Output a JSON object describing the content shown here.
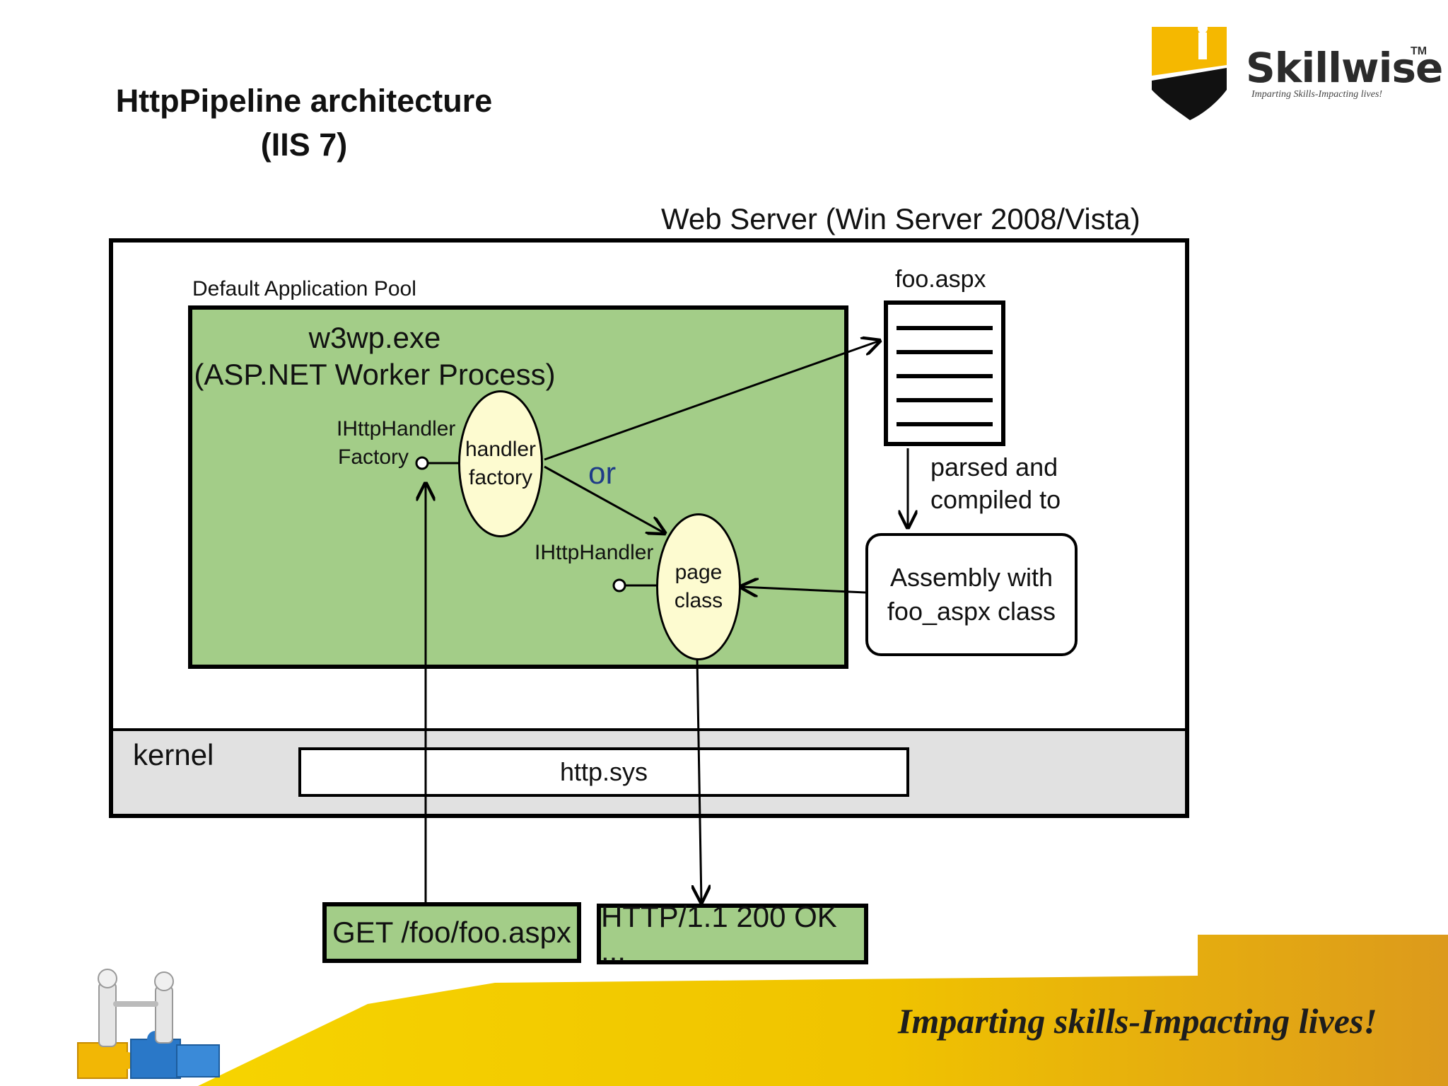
{
  "slide": {
    "title_line1": "HttpPipeline architecture",
    "title_line2": "(IIS 7)"
  },
  "logo": {
    "name": "Skillwise",
    "trademark": "TM",
    "tagline": "Imparting Skills-Impacting lives!",
    "colors": {
      "shield_yellow": "#f5b800",
      "shield_black": "#111111"
    }
  },
  "diagram": {
    "web_server_label": "Web Server (Win Server 2008/Vista)",
    "app_pool_label": "Default Application Pool",
    "process_name": "w3wp.exe",
    "process_desc": "(ASP.NET Worker Process)",
    "handler_factory_interface_line1": "IHttpHandler",
    "handler_factory_interface_line2": "Factory",
    "handler_factory_oval_line1": "handler",
    "handler_factory_oval_line2": "factory",
    "or_label": "or",
    "handler_interface": "IHttpHandler",
    "page_class_line1": "page",
    "page_class_line2": "class",
    "file_name": "foo.aspx",
    "parsed_line1": "parsed and",
    "parsed_line2": "compiled to",
    "assembly_line1": "Assembly with",
    "assembly_line2": "foo_aspx class",
    "kernel_label": "kernel",
    "http_sys": "http.sys",
    "request": "GET /foo/foo.aspx",
    "response": "HTTP/1.1 200 OK ...",
    "colors": {
      "process_green": "#a3cd88",
      "oval_fill": "#fdfbd0",
      "kernel_gray": "#e1e1e1",
      "or_blue": "#1f3c88"
    }
  },
  "footer": {
    "tagline": "Imparting skills-Impacting lives!",
    "colors": {
      "band_yellow": "#f2c500",
      "band_orange": "#e3a21a"
    }
  }
}
